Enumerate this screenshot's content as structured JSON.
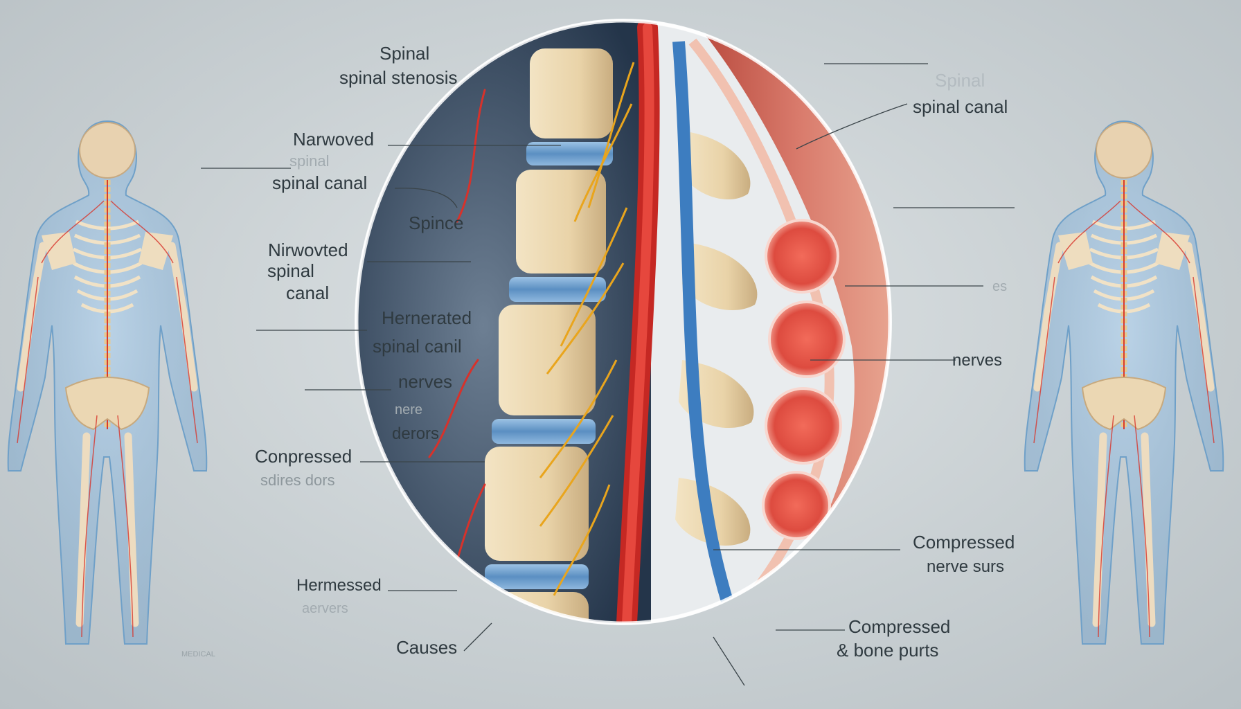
{
  "colors": {
    "background": "#c9d0d3",
    "bone": "#ecd9b3",
    "disc": "#6f9fc9",
    "artery": "#d9302c",
    "nerve": "#e9a51d",
    "vein": "#3f7fc0",
    "body_silhouette": "#8fb6d6"
  },
  "labels": {
    "spinal": "Spinal",
    "spinal_stenosis": "spinal stenosis",
    "narrowed_1": "Narwoved",
    "spinal_faint": "spinal",
    "spinal_canal_1": "spinal canal",
    "spince": "Spince",
    "narrowed_2": "Nirwovted",
    "spinal_2": "spinal",
    "canal_2": "canal",
    "herniated": "Hernerated",
    "spinal_canil": "spinal canil",
    "nerves_left": "nerves",
    "nerve_faint": "nere",
    "derors": "derors",
    "compressed_left": "Conpressed",
    "sdires_dors": "sdires dors",
    "hermessed": "Hermessed",
    "aervers": "aervers",
    "causes": "Causes",
    "watermark": "MEDICAL",
    "spinal_faint_right": "Spinal",
    "spinal_canal_right": "spinal canal",
    "es_faint": "es",
    "nerves_right": "nerves",
    "compressed_right_1": "Compressed",
    "nerve_surs": "nerve surs",
    "compressed_right_2": "Compressed",
    "bone_purts": "& bone purts"
  }
}
